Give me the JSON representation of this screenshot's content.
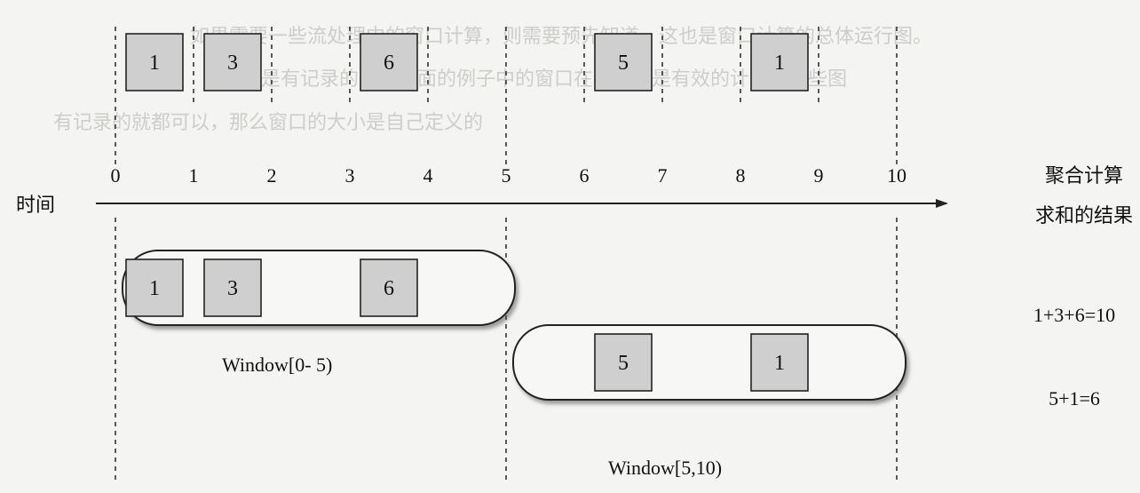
{
  "background_text": {
    "line1": "如果需要一些流处理中的窗口计算，则需要预先知道。这也是窗口计算的总体运行图。",
    "line2": "窗口是有记录的，在上面的例子中的窗口在全局都是有效的计算，有些图",
    "line3": "有记录的就都可以，那么窗口的大小是自己定义的"
  },
  "time_label": "时间",
  "result_header": [
    "聚合计算",
    "求和的结果"
  ],
  "ticks": [
    "0",
    "1",
    "2",
    "3",
    "4",
    "5",
    "6",
    "7",
    "8",
    "9",
    "10"
  ],
  "events": [
    {
      "time": 0.5,
      "value": "1"
    },
    {
      "time": 1.5,
      "value": "3"
    },
    {
      "time": 3.5,
      "value": "6"
    },
    {
      "time": 6.5,
      "value": "5"
    },
    {
      "time": 8.5,
      "value": "1"
    }
  ],
  "windows": [
    {
      "label": "Window[0- 5)",
      "start": 0,
      "end": 5,
      "items": [
        "1",
        "3",
        "6"
      ],
      "result": "1+3+6=10"
    },
    {
      "label": "Window[5,10)",
      "start": 5,
      "end": 10,
      "items": [
        "5",
        "1"
      ],
      "result": "5+1=6"
    }
  ],
  "colors": {
    "box_fill": "#cfcfcf",
    "line": "#222222"
  }
}
